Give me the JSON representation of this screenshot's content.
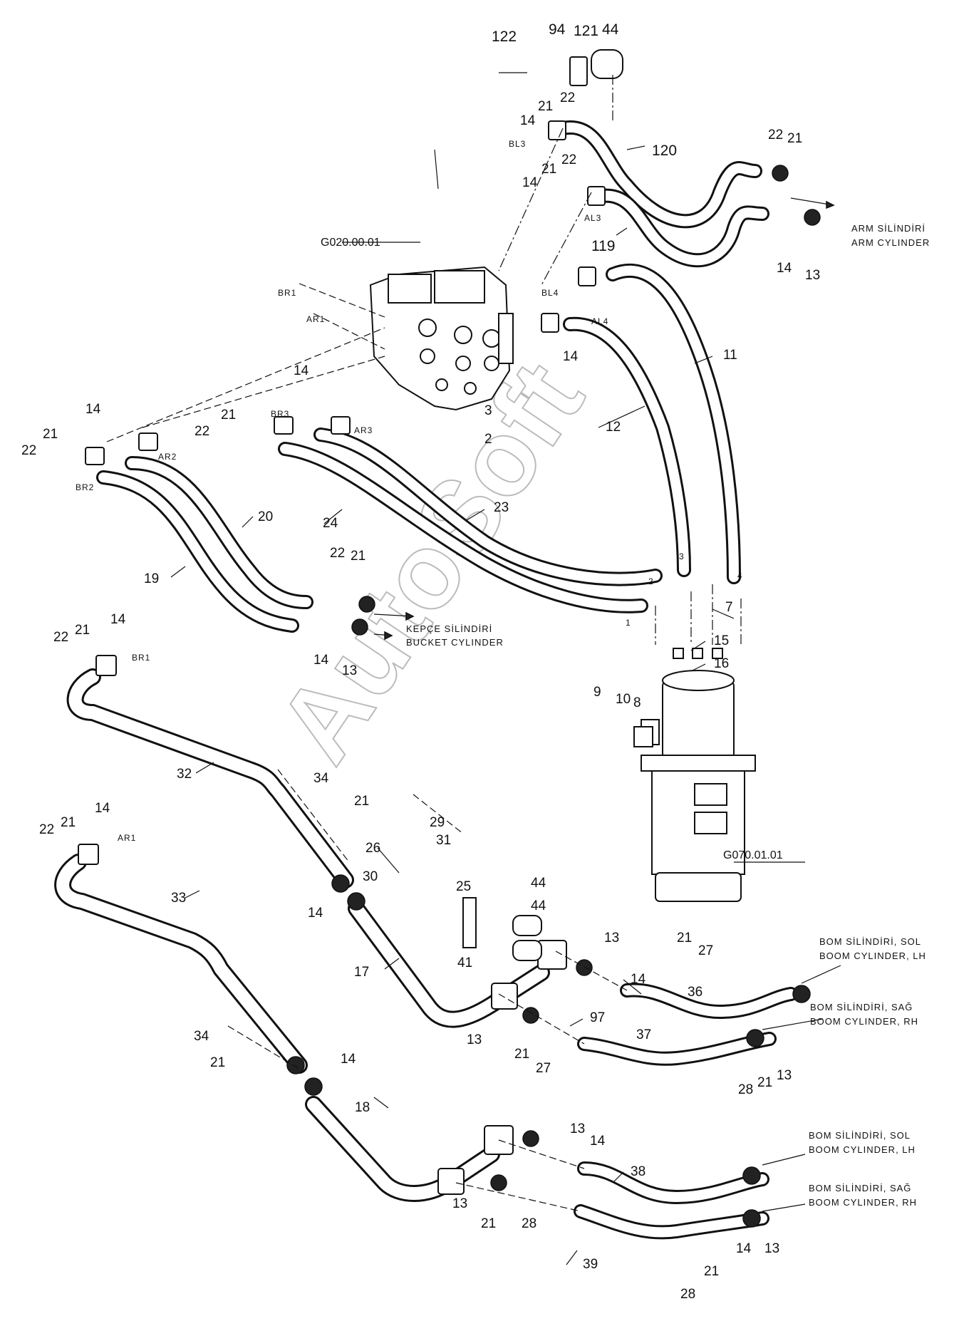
{
  "watermark": "AutoSoft",
  "references": {
    "control_valve": "G020.00.01",
    "swivel_joint": "G070.01.01"
  },
  "destinations": {
    "arm_tr": "ARM SİLİNDİRİ",
    "arm_en": "ARM CYLINDER",
    "bucket_tr": "KEPÇE SİLİNDİRİ",
    "bucket_en": "BUCKET CYLINDER",
    "boom_lh_tr_1": "BOM SİLİNDİRİ, SOL",
    "boom_lh_en_1": "BOOM CYLINDER, LH",
    "boom_rh_tr_1": "BOM SİLİNDİRİ, SAĞ",
    "boom_rh_en_1": "BOOM CYLINDER, RH",
    "boom_lh_tr_2": "BOM SİLİNDİRİ, SOL",
    "boom_lh_en_2": "BOOM CYLINDER, LH",
    "boom_rh_tr_2": "BOM SİLİNDİRİ, SAĞ",
    "boom_rh_en_2": "BOOM CYLINDER, RH"
  },
  "port_tags": {
    "bl3": "BL3",
    "al3": "AL3",
    "bl4": "BL4",
    "al4": "AL4",
    "br1": "BR1",
    "ar1": "AR1",
    "br2": "BR2",
    "ar2": "AR2",
    "br3": "BR3",
    "ar3": "AR3",
    "br1_out": "BR1",
    "ar1_out": "AR1",
    "swivel_1": "1",
    "swivel_2": "2",
    "swivel_3": "3",
    "swivel_4": "4"
  },
  "callouts": [
    "122",
    "94",
    "121",
    "44",
    "22",
    "21",
    "14",
    "120",
    "22",
    "21",
    "22",
    "21",
    "14",
    "14",
    "119",
    "14",
    "13",
    "14",
    "11",
    "12",
    "14",
    "3",
    "2",
    "14",
    "22",
    "21",
    "21",
    "22",
    "20",
    "19",
    "24",
    "23",
    "22",
    "21",
    "14",
    "13",
    "7",
    "15",
    "16",
    "9",
    "10",
    "8",
    "22",
    "21",
    "14",
    "32",
    "34",
    "21",
    "22",
    "21",
    "14",
    "33",
    "29",
    "31",
    "26",
    "30",
    "25",
    "44",
    "44",
    "41",
    "14",
    "17",
    "13",
    "21",
    "27",
    "14",
    "36",
    "97",
    "37",
    "13",
    "21",
    "27",
    "28",
    "21",
    "13",
    "34",
    "21",
    "14",
    "18",
    "13",
    "14",
    "38",
    "13",
    "21",
    "28",
    "39",
    "28",
    "21",
    "14",
    "13"
  ]
}
